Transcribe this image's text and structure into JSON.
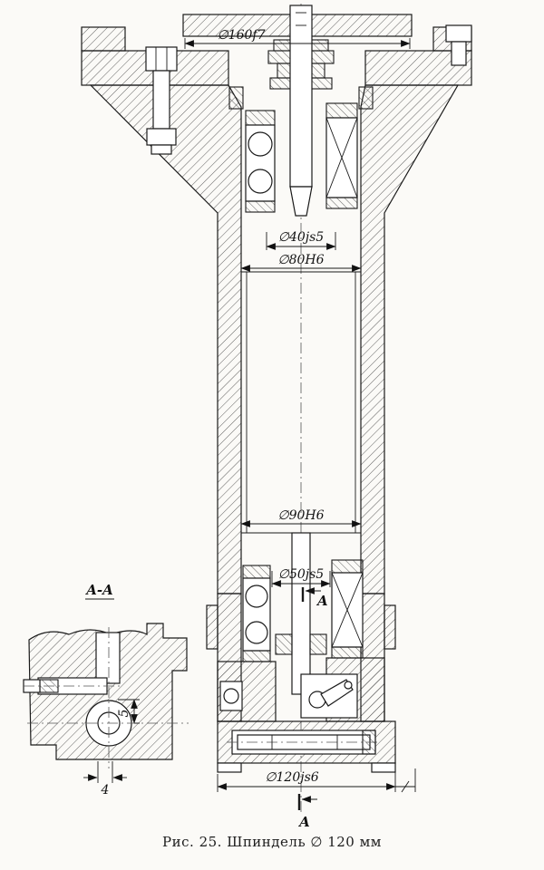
{
  "figure": {
    "caption": "Рис. 25. Шпиндель ∅ 120 мм"
  },
  "dimensions": {
    "flange": "∅160f7",
    "upper_shaft": "∅40js5",
    "upper_bore": "∅80H6",
    "lower_bore": "∅90H6",
    "lower_shaft": "∅50js5",
    "base": "∅120js6",
    "detail_offset": "5",
    "detail_width": "4"
  },
  "sections": {
    "detail_label": "A-A",
    "cut_mark_upper": "A",
    "cut_mark_lower": "A"
  }
}
